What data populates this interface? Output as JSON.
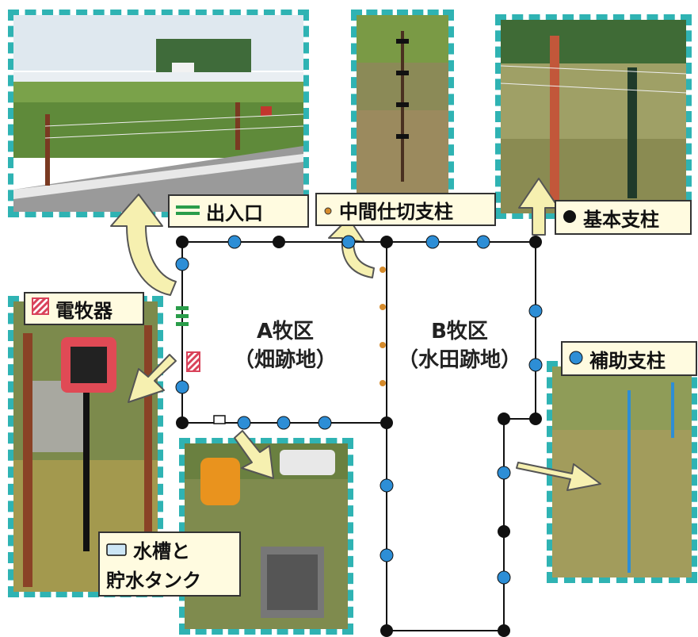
{
  "labels": {
    "entrance": "出入口",
    "intermediate_post": "中間仕切支柱",
    "basic_post": "基本支柱",
    "energizer": "電牧器",
    "auxiliary_post": "補助支柱",
    "water_line1": "水槽と",
    "water_line2": "貯水タンク"
  },
  "paddocks": {
    "a_name": "A牧区",
    "a_sub": "（畑跡地）",
    "b_name": "B牧区",
    "b_sub": "（水田跡地）"
  },
  "colors": {
    "photo_border": "#2fb3b3",
    "basic_post": "#111111",
    "auxiliary_post": "#2d8ed6",
    "intermediate_post": "#d58a2a",
    "entrance": "#2a9d4a",
    "energizer": "#d9425a",
    "arrow_fill": "#f6f0b0"
  },
  "icons": [
    "entrance-icon",
    "intermediate-post-icon",
    "basic-post-icon",
    "energizer-icon",
    "auxiliary-post-icon",
    "water-tank-icon"
  ]
}
